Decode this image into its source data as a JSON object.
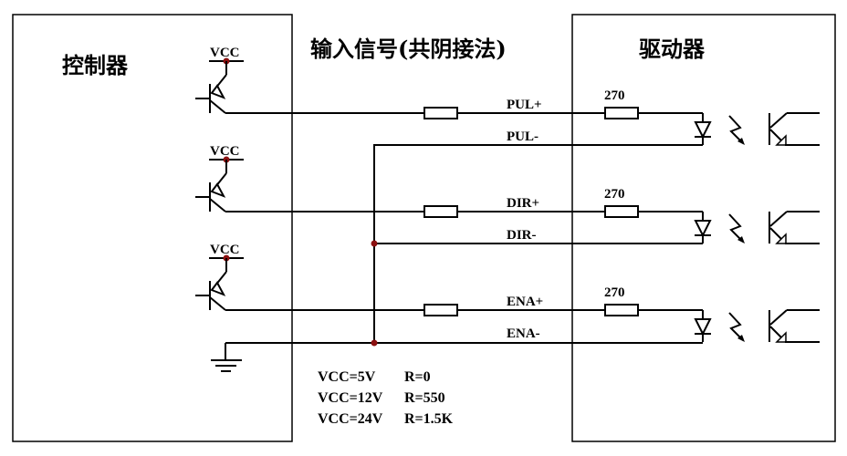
{
  "controller": {
    "title": "控制器",
    "vcc_label": "VCC"
  },
  "middle": {
    "title": "输入信号(共阴接法)",
    "notes": [
      {
        "vcc": "VCC=5V",
        "r": "R=0"
      },
      {
        "vcc": "VCC=12V",
        "r": "R=550"
      },
      {
        "vcc": "VCC=24V",
        "r": "R=1.5K"
      }
    ]
  },
  "driver": {
    "title": "驱动器"
  },
  "channels": [
    {
      "plus": "PUL+",
      "minus": "PUL-",
      "resistor": "270"
    },
    {
      "plus": "DIR+",
      "minus": "DIR-",
      "resistor": "270"
    },
    {
      "plus": "ENA+",
      "minus": "ENA-",
      "resistor": "270"
    }
  ],
  "colors": {
    "wire": "#000000",
    "junction": "#8b1010",
    "background": "#ffffff"
  }
}
